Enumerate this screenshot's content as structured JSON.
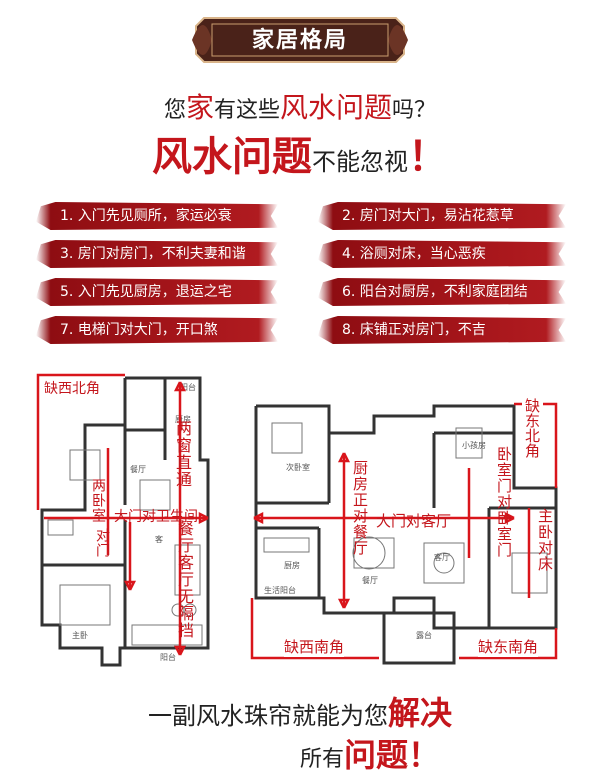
{
  "header": {
    "title": "家居格局"
  },
  "question": {
    "pre": "您",
    "hl1": "家",
    "mid": "有这些",
    "hl2": "风水问题",
    "post": "吗？"
  },
  "warning": {
    "hl": "风水问题",
    "text": "不能忽视",
    "mark": "！"
  },
  "problems": [
    "1. 入门先见厕所，家运必衰",
    "2. 房门对大门，易沾花惹草",
    "3. 房门对房门，不利夫妻和谐",
    "4. 浴厕对床，当心恶疾",
    "5. 入门先见厨房，退运之宅",
    "6. 阳台对厨房，不利家庭团结",
    "7. 电梯门对大门，开口煞",
    "8. 床铺正对房门，不吉"
  ],
  "plan_left": {
    "tag_corner": "缺西北角",
    "v_window": "两窗直通",
    "v_room": "两卧室",
    "h_main": "大门对卫生间",
    "v_door": "对门",
    "v_dining": "餐厅客厅无隔挡",
    "rooms": [
      "厨房",
      "阳台",
      "餐厅",
      "客",
      "主卧",
      "阳台"
    ]
  },
  "plan_right": {
    "tag_ne": "缺东北角",
    "v_kitchen": "厨房正对餐厅",
    "v_bedroom": "卧室门对卧室门",
    "h_main": "大门对客厅",
    "v_bed": "主卧对床",
    "tag_sw": "缺西南角",
    "tag_se": "缺东南角",
    "rooms": [
      "次卧室",
      "小孩房",
      "厨房",
      "客厅",
      "餐厅",
      "生活阳台",
      "露台"
    ]
  },
  "slogan": {
    "line1_text": "一副风水珠帘就能为您",
    "line1_hl": "解决",
    "line2_text": "所有",
    "line2_hl": "问题",
    "line2_mark": "！"
  },
  "colors": {
    "accent": "#c4161c",
    "plaque": "#5a2a1e",
    "ribbon": "#a5151a"
  }
}
